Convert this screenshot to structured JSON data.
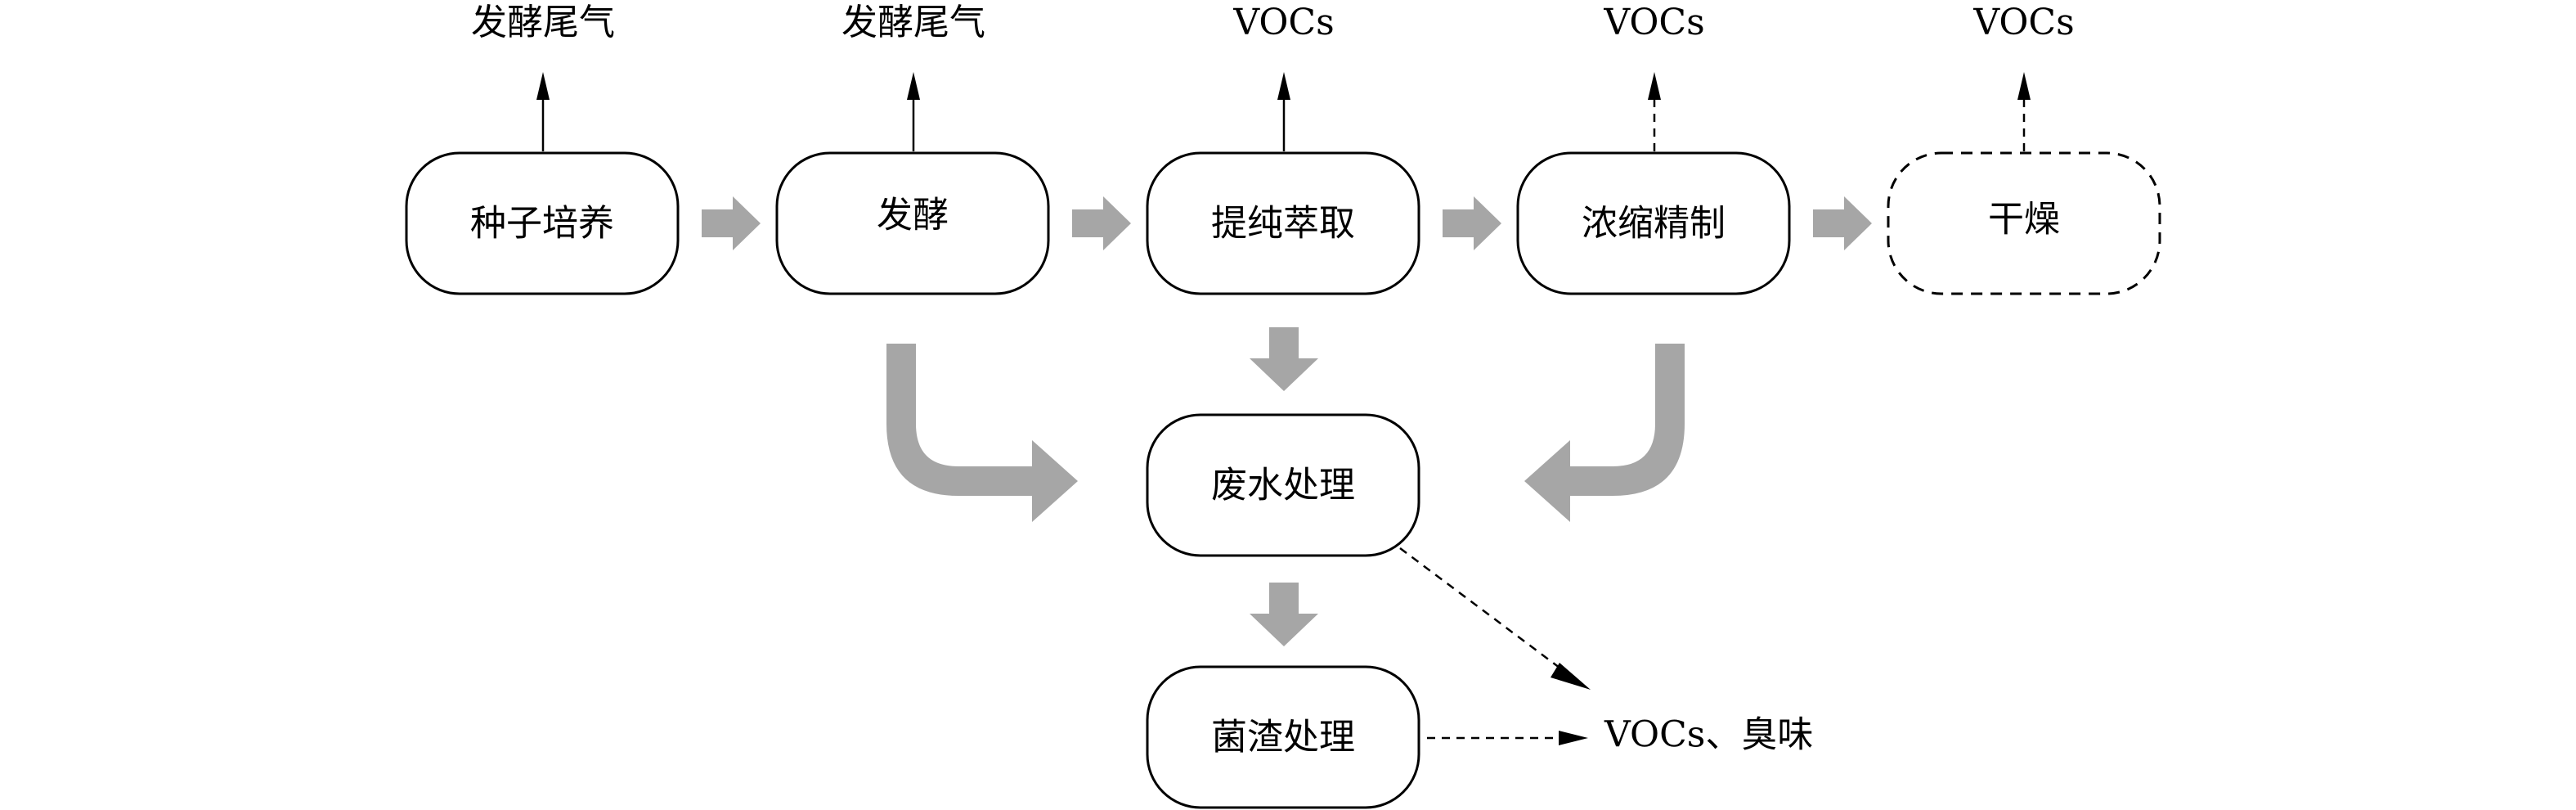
{
  "colors": {
    "node_stroke": "#000000",
    "block_arrow_fill": "#a6a6a6",
    "background": "#ffffff"
  },
  "nodes": {
    "seed_culture": "种子培养",
    "fermentation": "发酵",
    "purification": "提纯萃取",
    "concentration": "浓缩精制",
    "drying": "干燥",
    "wastewater": "废水处理",
    "residue": "菌渣处理"
  },
  "emissions": {
    "seed_culture": "发酵尾气",
    "fermentation": "发酵尾气",
    "purification": "VOCs",
    "concentration": "VOCs",
    "drying": "VOCs",
    "voc_odor": "VOCs、臭味"
  }
}
